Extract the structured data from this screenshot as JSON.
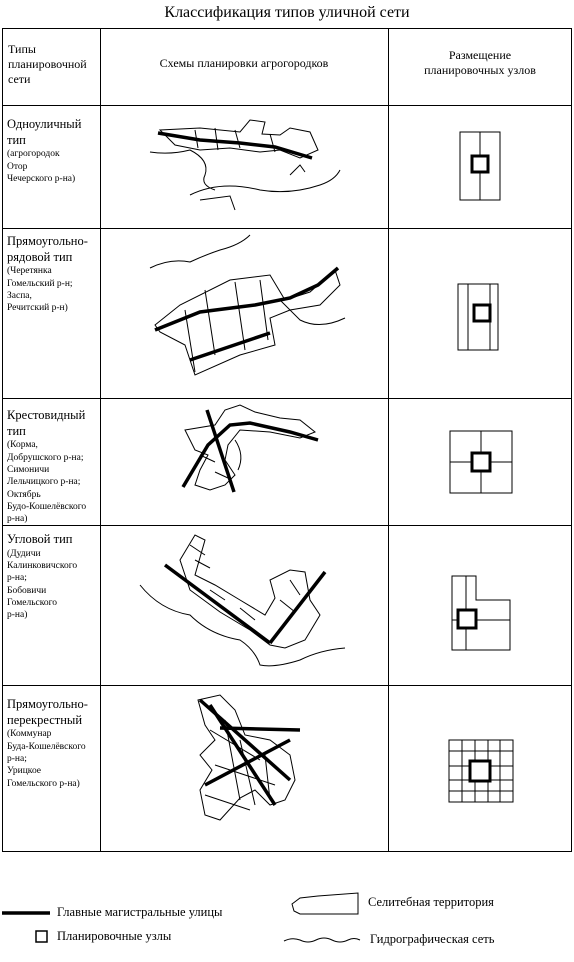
{
  "title": "Классификация типов уличной сети",
  "headers": {
    "col1": "Типы\nпланировочной\nсети",
    "col2": "Схемы планировки агрогородков",
    "col3": "Размещение\nпланировочных узлов"
  },
  "rows": [
    {
      "name": "Одноуличный\nтип",
      "examples": "(агрогородок\nОтор\nЧечерского р-на)"
    },
    {
      "name": "Прямоугольно-\nрядовой тип",
      "examples": "(Черетянка\nГомельский р-н;\nЗаспа,\nРечитский р-н)"
    },
    {
      "name": "Крестовидный\nтип",
      "examples": "(Корма,\nДобрушского р-на;\nСимоничи\nЛельчицкого р-на;\nОктябрь\nБудо-Кошелёвского\nр-на)"
    },
    {
      "name": "Угловой тип",
      "examples": "(Дудичи\nКалинковичского\nр-на;\nБобовичи\nГомельского\nр-на)"
    },
    {
      "name": "Прямоугольно-\nперекрестный",
      "examples": "(Коммунар\nБуда-Кошелёвского\nр-на;\nУрицкое\nГомельского р-на)"
    }
  ],
  "legend": {
    "main_streets": "Главные магистральные улицы",
    "nodes": "Планировочные узлы",
    "residential": "Селитебная территория",
    "hydro": "Гидрографическая сеть"
  }
}
